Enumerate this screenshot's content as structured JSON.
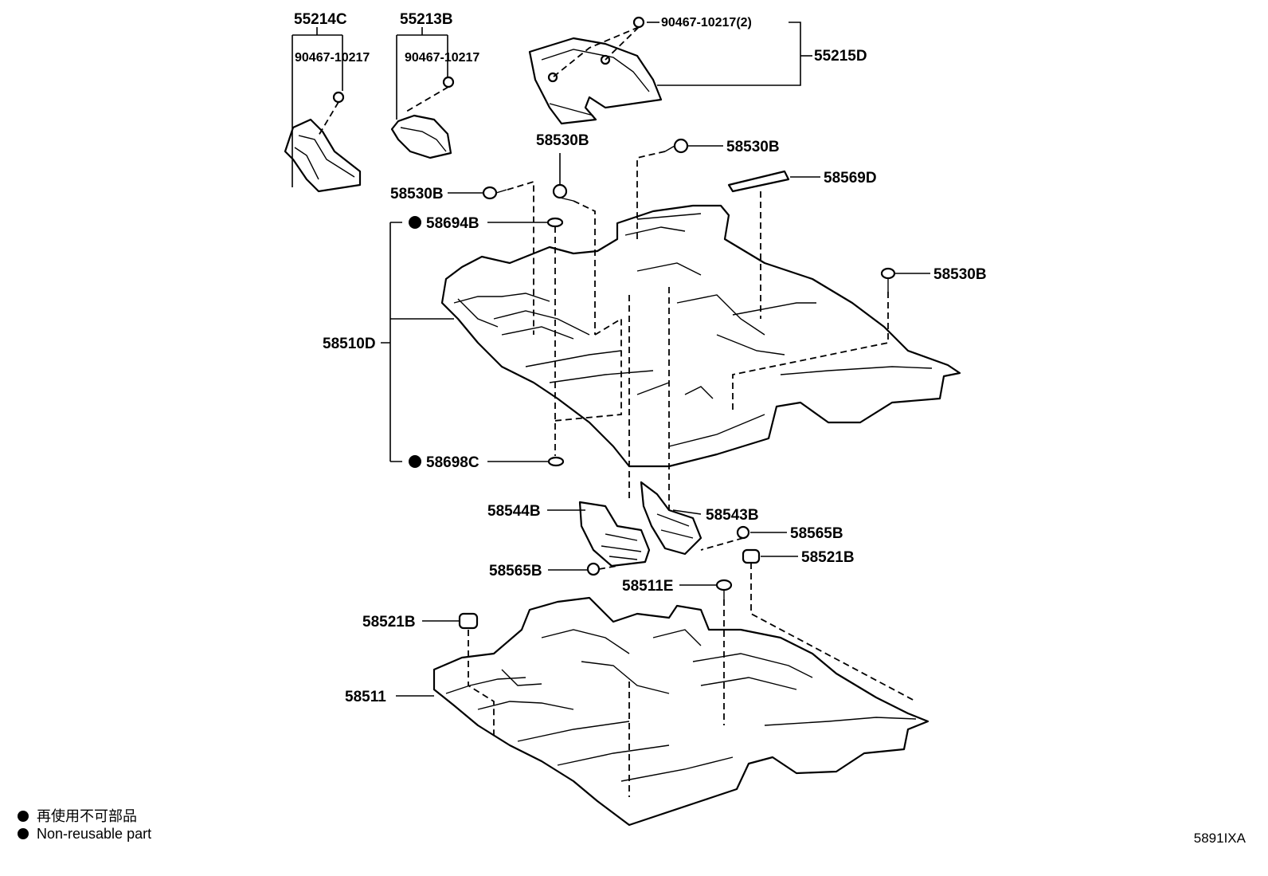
{
  "labels": {
    "p55214C": "55214C",
    "p55213B": "55213B",
    "p90467_a": "90467-10217",
    "p90467_b": "90467-10217",
    "p90467_c": "90467-10217(2)",
    "p55215D": "55215D",
    "p58530B_top": "58530B",
    "p58530B_right_top": "58530B",
    "p58530B_left": "58530B",
    "p58530B_right": "58530B",
    "p58569D": "58569D",
    "p58694B": "58694B",
    "p58510D": "58510D",
    "p58698C": "58698C",
    "p58544B": "58544B",
    "p58543B": "58543B",
    "p58565B_right": "58565B",
    "p58565B_left": "58565B",
    "p58521B_right": "58521B",
    "p58521B_left": "58521B",
    "p58511E": "58511E",
    "p58511": "58511"
  },
  "legend": {
    "japanese": "再使用不可部品",
    "english": "Non-reusable part"
  },
  "reference_code": "5891IXA"
}
